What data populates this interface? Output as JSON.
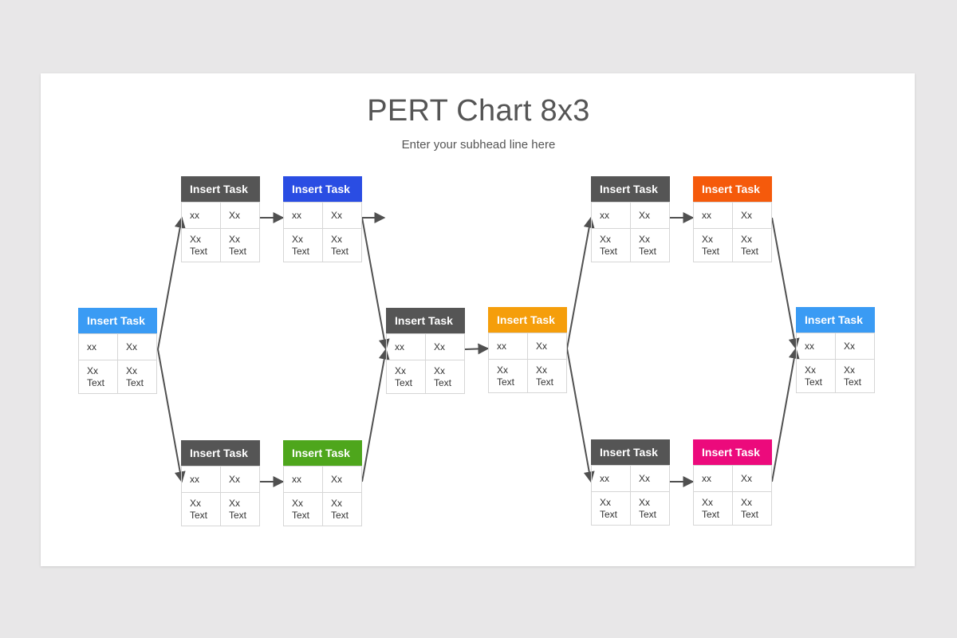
{
  "title": "PERT Chart 8x3",
  "subtitle": "Enter your subhead line here",
  "colors": {
    "gray": "#555555",
    "light_blue": "#3a9bf4",
    "blue": "#2a4de3",
    "green": "#4ea61c",
    "orange_yellow": "#f59e0b",
    "orange": "#f55a0b",
    "pink": "#ec0a7c",
    "arrow": "#505050"
  },
  "nodes": [
    {
      "header": "Insert Task",
      "color": "#3a9bf4",
      "cells": [
        "xx",
        "Xx",
        "Xx\nText",
        "Xx\nText"
      ]
    },
    {
      "header": "Insert Task",
      "color": "#555555",
      "cells": [
        "xx",
        "Xx",
        "Xx\nText",
        "Xx\nText"
      ]
    },
    {
      "header": "Insert Task",
      "color": "#2a4de3",
      "cells": [
        "xx",
        "Xx",
        "Xx\nText",
        "Xx\nText"
      ]
    },
    {
      "header": "Insert Task",
      "color": "#555555",
      "cells": [
        "xx",
        "Xx",
        "Xx\nText",
        "Xx\nText"
      ]
    },
    {
      "header": "Insert Task",
      "color": "#4ea61c",
      "cells": [
        "xx",
        "Xx",
        "Xx\nText",
        "Xx\nText"
      ]
    },
    {
      "header": "Insert Task",
      "color": "#555555",
      "cells": [
        "xx",
        "Xx",
        "Xx\nText",
        "Xx\nText"
      ]
    },
    {
      "header": "Insert Task",
      "color": "#f59e0b",
      "cells": [
        "xx",
        "Xx",
        "Xx\nText",
        "Xx\nText"
      ]
    },
    {
      "header": "Insert Task",
      "color": "#555555",
      "cells": [
        "xx",
        "Xx",
        "Xx\nText",
        "Xx\nText"
      ]
    },
    {
      "header": "Insert Task",
      "color": "#f55a0b",
      "cells": [
        "xx",
        "Xx",
        "Xx\nText",
        "Xx\nText"
      ]
    },
    {
      "header": "Insert Task",
      "color": "#555555",
      "cells": [
        "xx",
        "Xx",
        "Xx\nText",
        "Xx\nText"
      ]
    },
    {
      "header": "Insert Task",
      "color": "#ec0a7c",
      "cells": [
        "xx",
        "Xx",
        "Xx\nText",
        "Xx\nText"
      ]
    },
    {
      "header": "Insert Task",
      "color": "#3a9bf4",
      "cells": [
        "xx",
        "Xx",
        "Xx\nText",
        "Xx\nText"
      ]
    }
  ]
}
